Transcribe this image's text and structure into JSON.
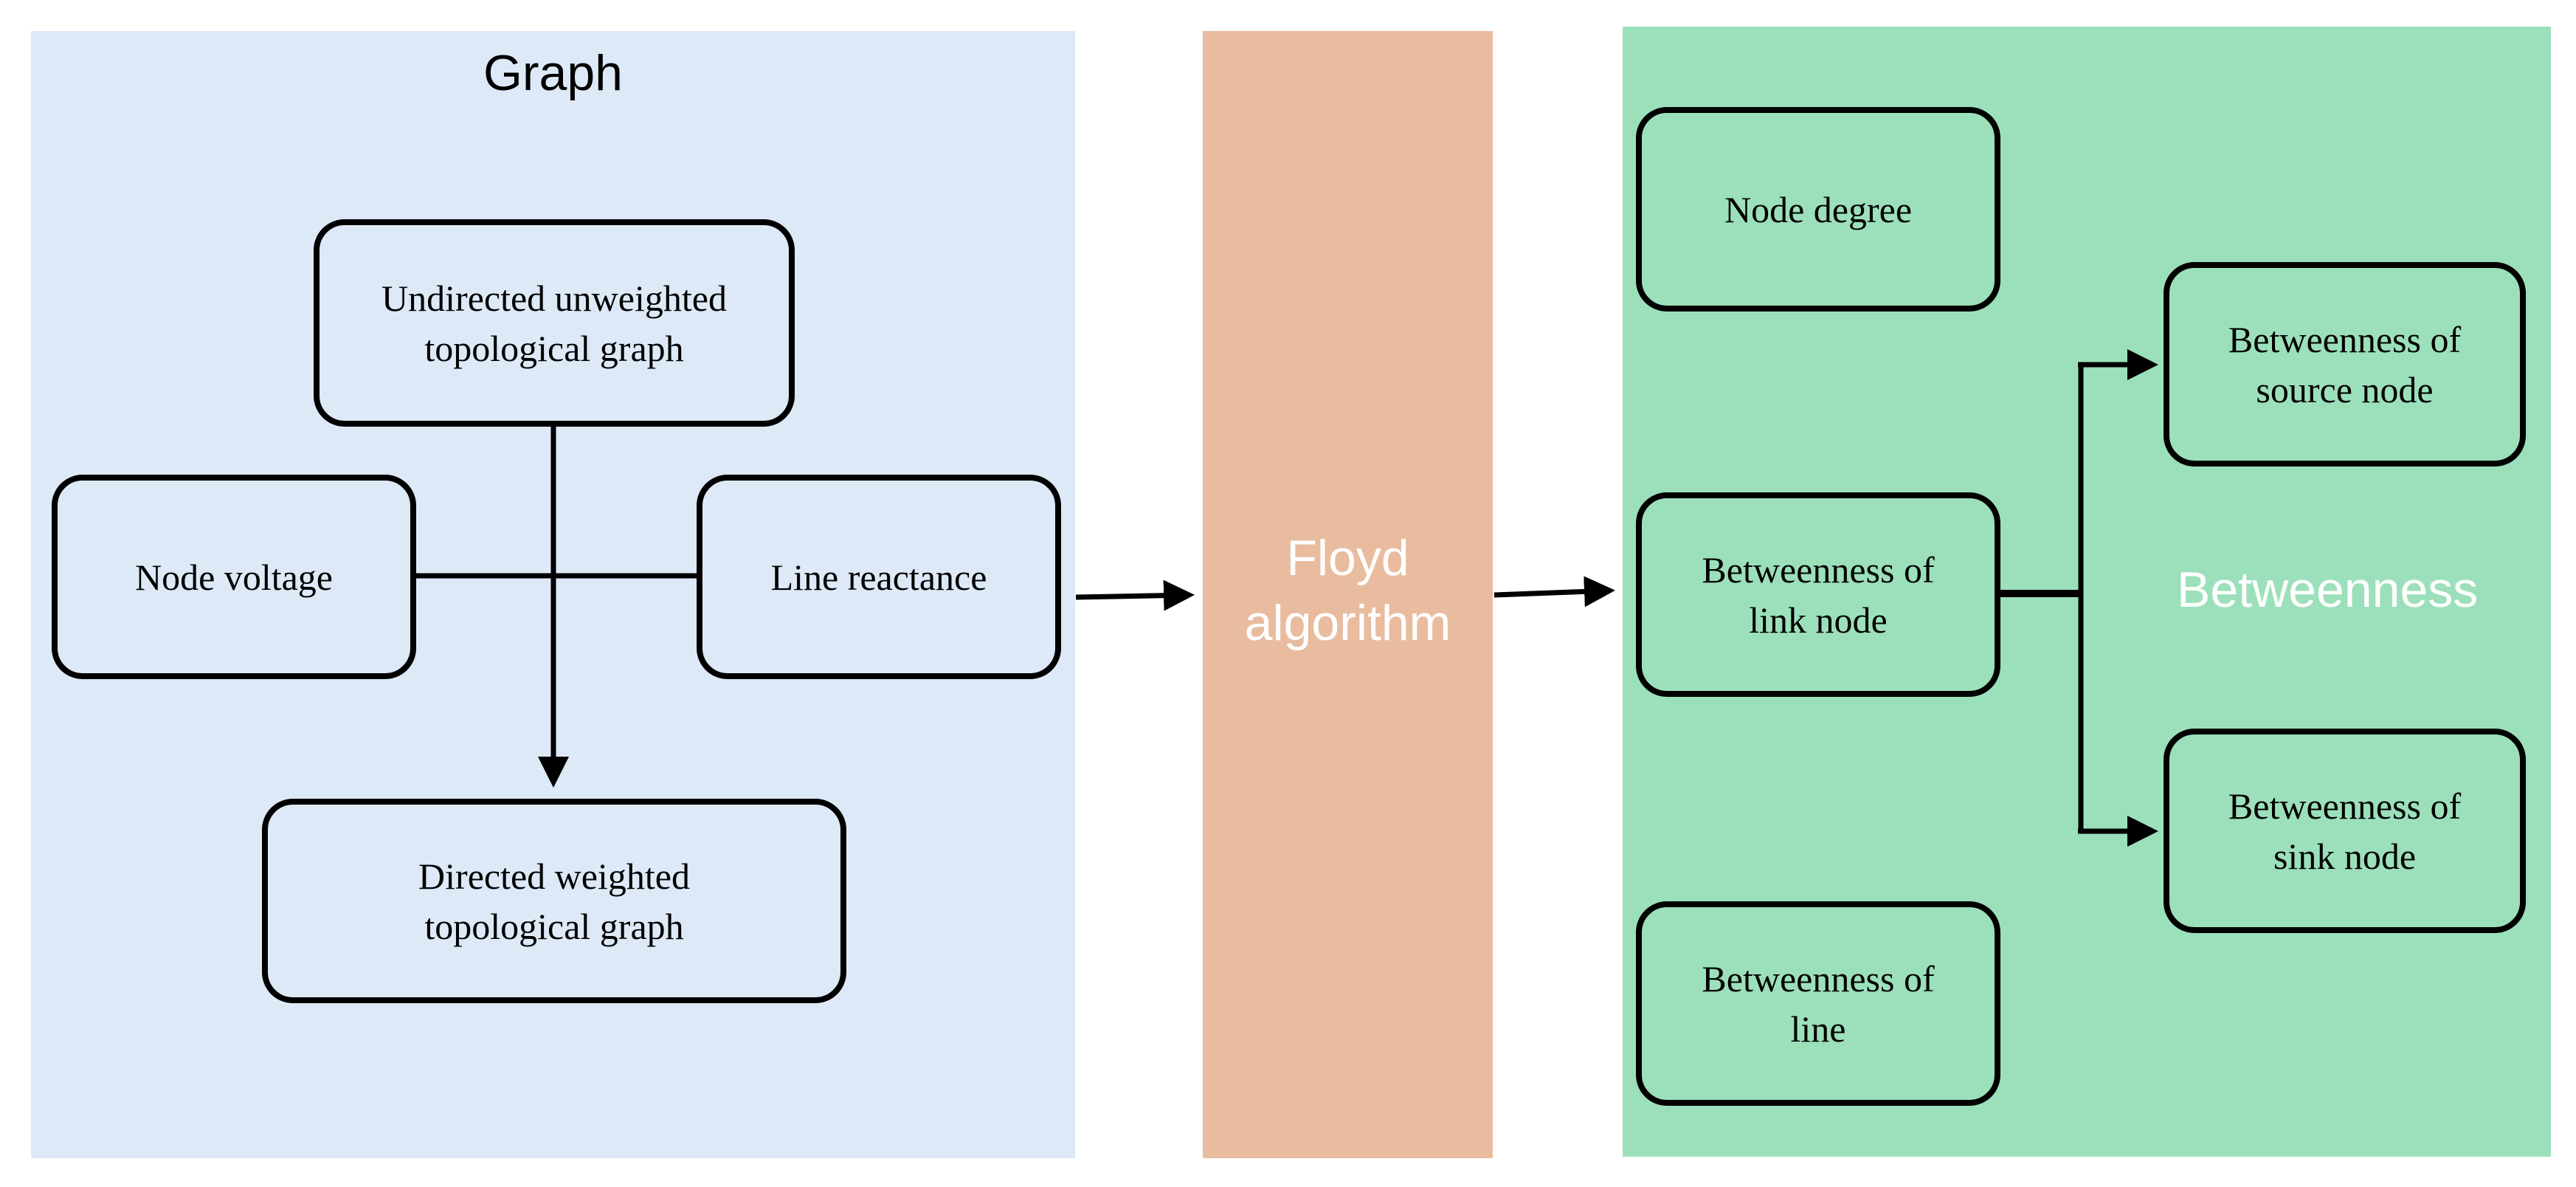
{
  "colors": {
    "graph_panel": "#dde9f6",
    "floyd_panel": "#e9bc9f",
    "betweenness_panel": "#9ce0bb",
    "node_stroke": "#000000",
    "light_text": "#ffffff",
    "dark_text": "#000000"
  },
  "panels": {
    "graph": {
      "title": "Graph"
    },
    "floyd": {
      "title_line1": "Floyd",
      "title_line2": "algorithm"
    },
    "betweenness": {
      "title": "Betweenness"
    }
  },
  "nodes": {
    "undirected_unweighted": {
      "line1": "Undirected unweighted",
      "line2": "topological graph"
    },
    "node_voltage": {
      "line1": "Node voltage"
    },
    "line_reactance": {
      "line1": "Line reactance"
    },
    "directed_weighted": {
      "line1": "Directed weighted",
      "line2": "topological graph"
    },
    "node_degree": {
      "line1": "Node degree"
    },
    "betweenness_link_node": {
      "line1": "Betweenness of",
      "line2": "link node"
    },
    "betweenness_line": {
      "line1": "Betweenness of",
      "line2": "line"
    },
    "betweenness_source_node": {
      "line1": "Betweenness of",
      "line2": "source node"
    },
    "betweenness_sink_node": {
      "line1": "Betweenness of",
      "line2": "sink node"
    }
  }
}
